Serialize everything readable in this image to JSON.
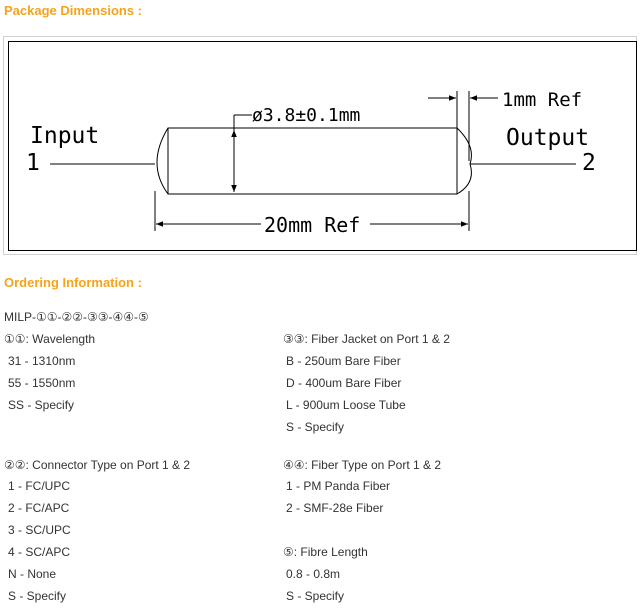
{
  "headings": {
    "package": "Package Dimensions :",
    "ordering": "Ordering Information :"
  },
  "diagram": {
    "input_label": "Input",
    "input_port": "1",
    "output_label": "Output",
    "output_port": "2",
    "diameter": "ø3.8±0.1mm",
    "length": "20mm Ref",
    "end_ref": "1mm Ref"
  },
  "ordering": {
    "code": "MILP-①①-②②-③③-④④-⑤",
    "wavelength": {
      "title": "①①: Wavelength",
      "items": [
        "31 - 1310nm",
        "55 - 1550nm",
        "SS - Specify"
      ]
    },
    "jacket": {
      "title": "③③: Fiber Jacket on Port 1 & 2",
      "items": [
        "B - 250um Bare Fiber",
        "D - 400um Bare Fiber",
        "L - 900um Loose Tube",
        "S - Specify"
      ]
    },
    "connector": {
      "title": "②②: Connector Type on Port 1 & 2",
      "items": [
        "1 - FC/UPC",
        "2 - FC/APC",
        "3 - SC/UPC",
        "4 - SC/APC",
        "N - None",
        "S - Specify"
      ]
    },
    "fiber_type": {
      "title": "④④: Fiber Type on Port 1 & 2",
      "items": [
        "1 - PM Panda Fiber",
        "2 - SMF-28e Fiber"
      ]
    },
    "length": {
      "title": "⑤: Fibre Length",
      "items": [
        "0.8 - 0.8m",
        "S - Specify"
      ]
    }
  }
}
